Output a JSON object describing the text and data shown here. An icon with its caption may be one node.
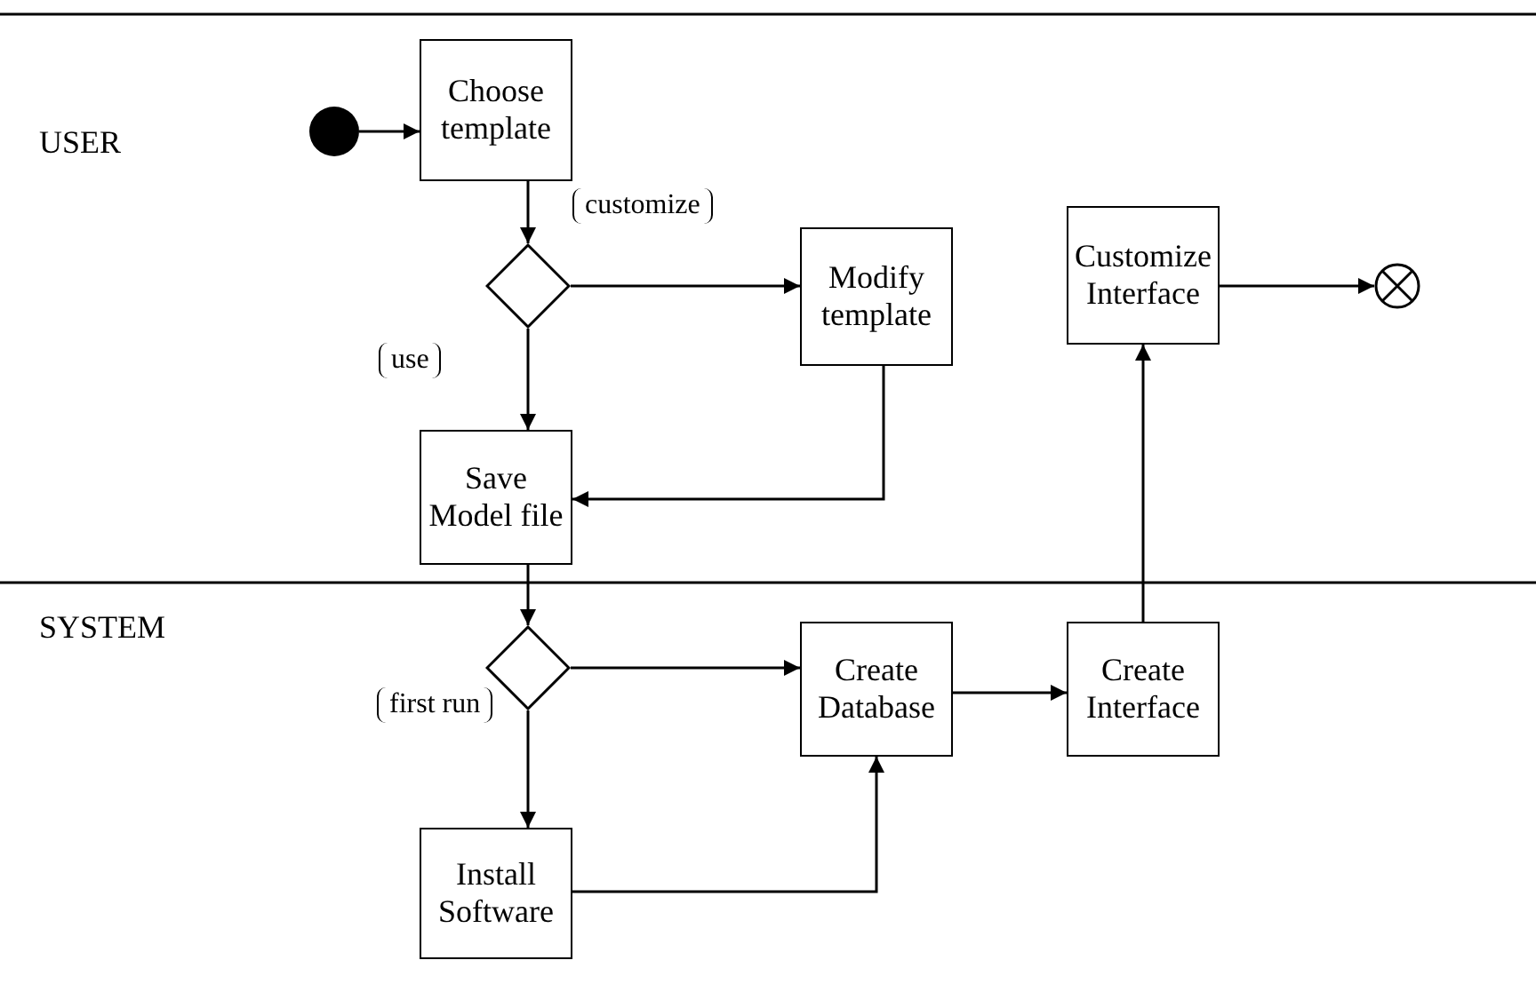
{
  "diagram": {
    "nodes": [
      {
        "text": [],
        "shape": "circle"
      },
      {
        "text": [
          "Choose template"
        ]
      },
      {
        "text": [],
        "shape": "diamond"
      },
      {
        "text": [
          "Modify template"
        ]
      },
      {
        "text": [
          "Customize Interface"
        ]
      },
      {
        "text": [],
        "shape": "circle"
      },
      {
        "text": [
          "Save Model file"
        ]
      },
      {
        "text": [],
        "shape": "diamond"
      },
      {
        "text": [
          "Create Database"
        ]
      },
      {
        "text": [
          "Create Interface"
        ]
      },
      {
        "text": [
          "Install Software"
        ]
      }
    ],
    "edges": [
      {
        "from": 0,
        "to": 1,
        "arrow": "to"
      },
      {
        "from": 1,
        "to": 2,
        "arrow": "to"
      },
      {
        "from": 2,
        "to": 3,
        "arrow": "to",
        "label": "customize"
      },
      {
        "from": 2,
        "to": 6,
        "arrow": "to",
        "label": "use"
      },
      {
        "from": 3,
        "to": 6,
        "arrow": "to"
      },
      {
        "from": 6,
        "to": 7,
        "arrow": "to"
      },
      {
        "from": 7,
        "to": 8,
        "arrow": "to"
      },
      {
        "from": 7,
        "to": 10,
        "arrow": "to",
        "label": "first run"
      },
      {
        "from": 10,
        "to": 8,
        "arrow": "to"
      },
      {
        "from": 8,
        "to": 9,
        "arrow": "to"
      },
      {
        "from": 9,
        "to": 4,
        "arrow": "to"
      },
      {
        "from": 4,
        "to": 5,
        "arrow": "to"
      }
    ],
    "labels": [
      "USER",
      "SYSTEM"
    ]
  }
}
